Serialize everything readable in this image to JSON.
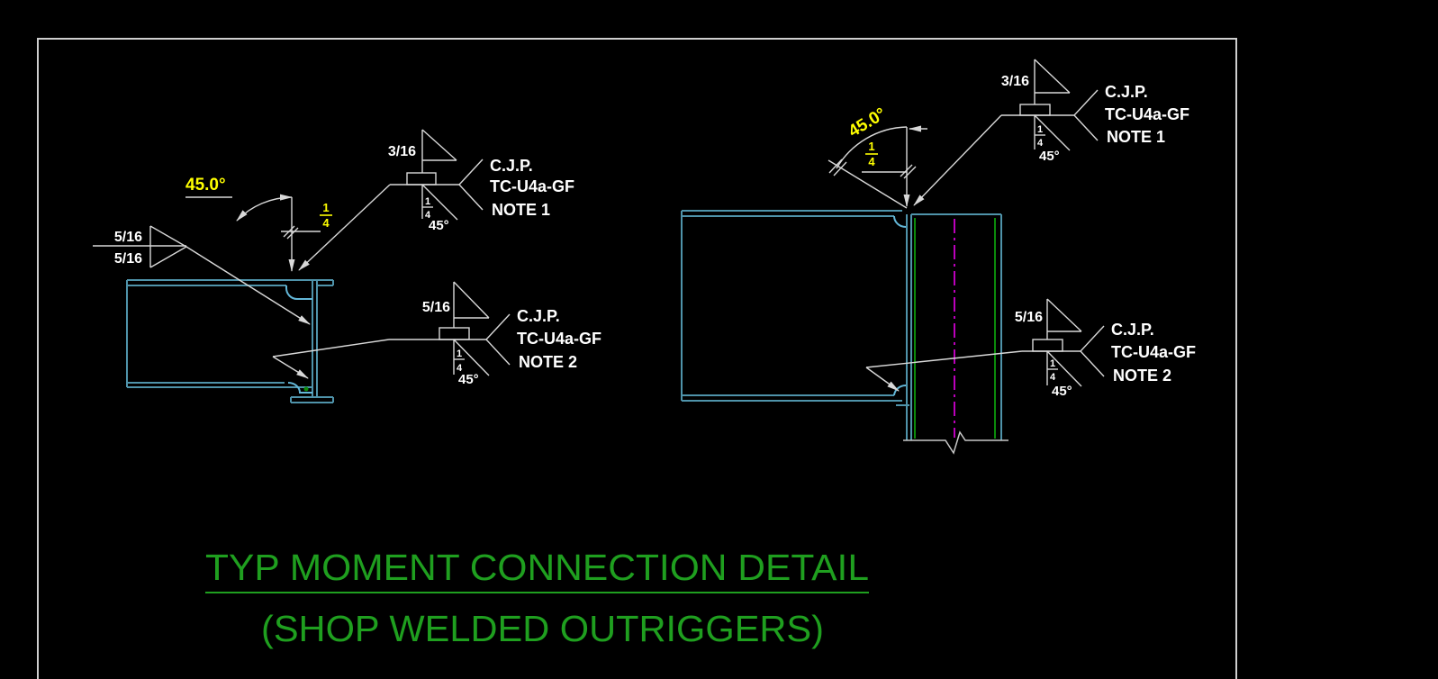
{
  "drawing": {
    "title": {
      "line1": "TYP MOMENT CONNECTION DETAIL",
      "line2": "(SHOP WELDED OUTRIGGERS)"
    },
    "left_detail": {
      "angle_label": "45.0°",
      "root_opening": {
        "num": "1",
        "den": "4"
      },
      "double_fillet": {
        "top_size": "5/16",
        "bottom_size": "5/16"
      },
      "weld_note1": {
        "size": "3/16",
        "frac_num": "1",
        "frac_den": "4",
        "bevel_angle": "45°",
        "tail": [
          "C.J.P.",
          "TC-U4a-GF",
          "NOTE 1"
        ]
      },
      "weld_note2": {
        "size": "5/16",
        "frac_num": "1",
        "frac_den": "4",
        "bevel_angle": "45°",
        "tail": [
          "C.J.P.",
          "TC-U4a-GF",
          "NOTE 2"
        ]
      }
    },
    "right_detail": {
      "angle_label": "45.0°",
      "root_opening": {
        "num": "1",
        "den": "4"
      },
      "weld_note1": {
        "size": "3/16",
        "frac_num": "1",
        "frac_den": "4",
        "bevel_angle": "45°",
        "tail": [
          "C.J.P.",
          "TC-U4a-GF",
          "NOTE 1"
        ]
      },
      "weld_note2": {
        "size": "5/16",
        "frac_num": "1",
        "frac_den": "4",
        "bevel_angle": "45°",
        "tail": [
          "C.J.P.",
          "TC-U4a-GF",
          "NOTE 2"
        ]
      }
    },
    "colors": {
      "background": "#000000",
      "beam_outline": "#4f93aa",
      "weld_access_hole": "#63b7d8",
      "column_flange_green": "#0b8a0b",
      "centerline_magenta": "#bb00bb",
      "annotation_lines": "#d8d8d8",
      "annotation_text": "#ffffff",
      "dimension_yellow": "#ffff00",
      "title_green": "#1f9f1f",
      "viewport_border": "#cfcfcf",
      "break_line": "#c8c8c8"
    }
  }
}
